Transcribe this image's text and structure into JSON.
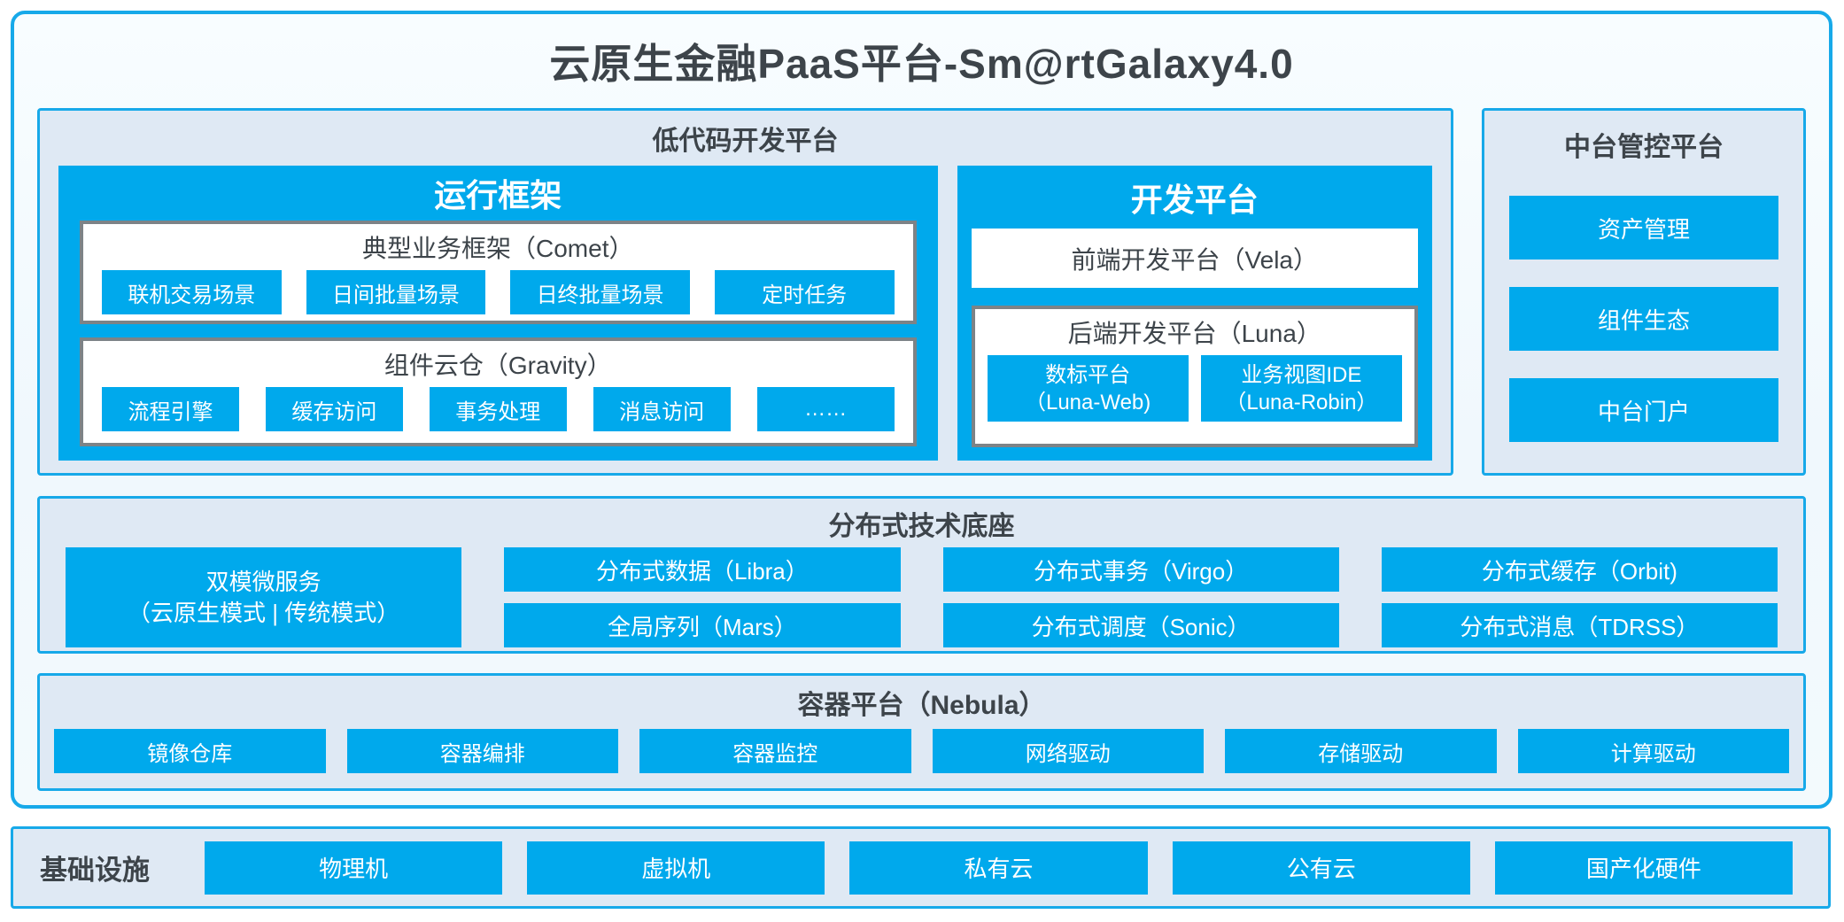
{
  "title": "云原生金融PaaS平台-Sm@rtGalaxy4.0",
  "colors": {
    "accent_blue": "#00a9ec",
    "border_blue": "#17a9e9",
    "panel_fill": "#dfe9f4",
    "box_border_gray": "#7d8387",
    "text_dark": "#3d444a",
    "text_light": "#ffffff"
  },
  "lowcode": {
    "title": "低代码开发平台",
    "runtime": {
      "title": "运行框架",
      "comet": {
        "title": "典型业务框架（Comet）",
        "items": [
          "联机交易场景",
          "日间批量场景",
          "日终批量场景",
          "定时任务"
        ]
      },
      "gravity": {
        "title": "组件云仓（Gravity）",
        "items": [
          "流程引擎",
          "缓存访问",
          "事务处理",
          "消息访问",
          "……"
        ]
      }
    },
    "dev": {
      "title": "开发平台",
      "vela": "前端开发平台（Vela）",
      "luna": {
        "title": "后端开发平台（Luna）",
        "items": [
          {
            "line1": "数标平台",
            "line2": "（Luna-Web)"
          },
          {
            "line1": "业务视图IDE",
            "line2": "（Luna-Robin）"
          }
        ]
      }
    }
  },
  "midplatform": {
    "title": "中台管控平台",
    "items": [
      "资产管理",
      "组件生态",
      "中台门户"
    ]
  },
  "distributed": {
    "title": "分布式技术底座",
    "dual_mode": {
      "line1": "双模微服务",
      "line2": "（云原生模式 | 传统模式）"
    },
    "columns": [
      {
        "top": "分布式数据（Libra）",
        "bottom": "全局序列（Mars）"
      },
      {
        "top": "分布式事务（Virgo）",
        "bottom": "分布式调度（Sonic）"
      },
      {
        "top": "分布式缓存（Orbit)",
        "bottom": "分布式消息（TDRSS）"
      }
    ]
  },
  "container_platform": {
    "title": "容器平台（Nebula）",
    "items": [
      "镜像仓库",
      "容器编排",
      "容器监控",
      "网络驱动",
      "存储驱动",
      "计算驱动"
    ]
  },
  "infrastructure": {
    "label": "基础设施",
    "items": [
      "物理机",
      "虚拟机",
      "私有云",
      "公有云",
      "国产化硬件"
    ]
  }
}
